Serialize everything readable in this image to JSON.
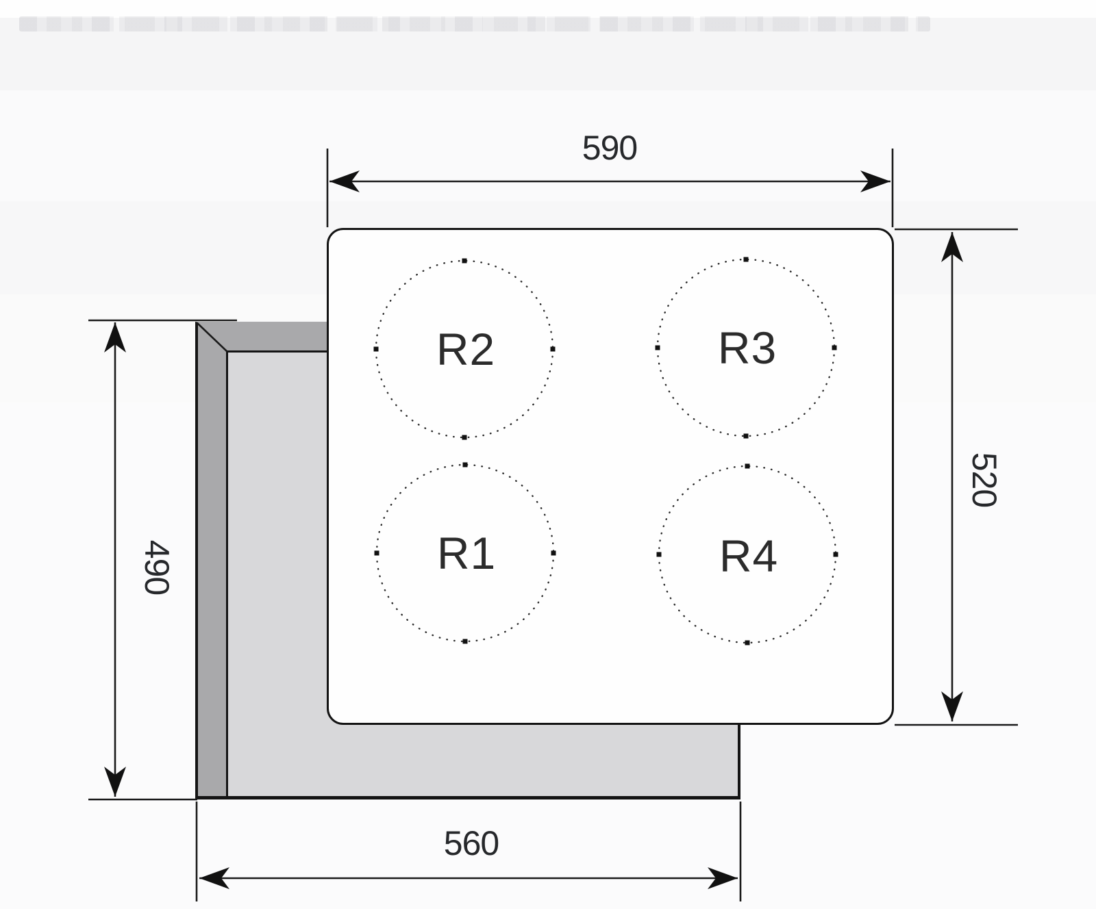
{
  "diagram": {
    "dims": {
      "top": {
        "label": "590"
      },
      "right": {
        "label": "520"
      },
      "left": {
        "label": "490"
      },
      "bottom": {
        "label": "560"
      }
    },
    "burners": {
      "r1": "R1",
      "r2": "R2",
      "r3": "R3",
      "r4": "R4"
    },
    "colors": {
      "line": "#141414",
      "counter_edge": "#a9a9ab",
      "counter_surface": "#d8d8da",
      "hob_fill": "#fefefe",
      "label_text": "#26282b"
    }
  }
}
